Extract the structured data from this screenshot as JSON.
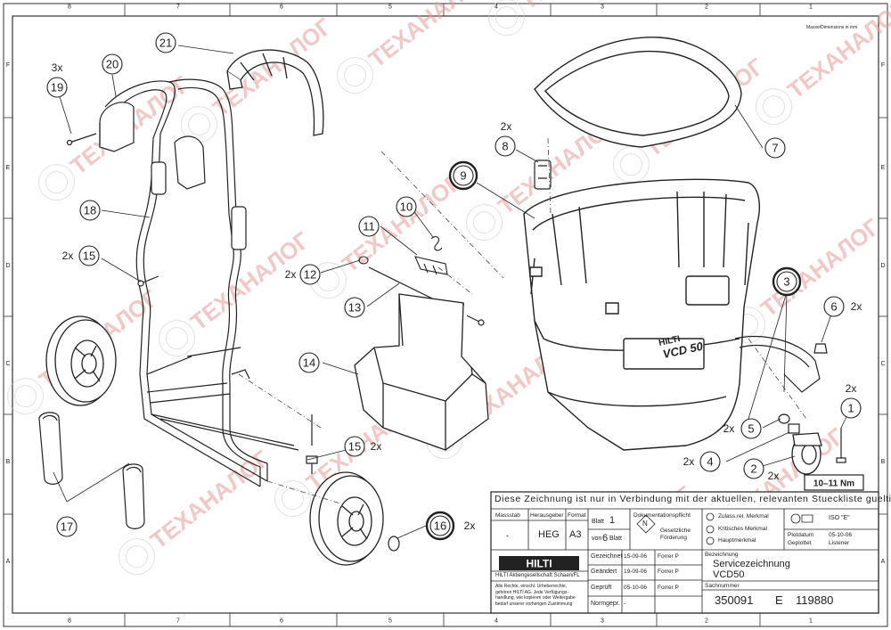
{
  "header": {
    "columns": [
      "8",
      "7",
      "6",
      "5",
      "4",
      "3",
      "2",
      "1"
    ],
    "rows": [
      "F",
      "E",
      "D",
      "C",
      "B",
      "A"
    ],
    "dimensions_note": "Masse/Dimensions in mm"
  },
  "watermark": {
    "text": "ТЕХАНАЛОГ"
  },
  "callouts": [
    {
      "num": "21",
      "qty": ""
    },
    {
      "num": "20",
      "qty": ""
    },
    {
      "num": "19",
      "qty": "3x"
    },
    {
      "num": "18",
      "qty": ""
    },
    {
      "num": "15",
      "qty": "2x"
    },
    {
      "num": "12",
      "qty": "2x"
    },
    {
      "num": "11",
      "qty": ""
    },
    {
      "num": "10",
      "qty": ""
    },
    {
      "num": "13",
      "qty": ""
    },
    {
      "num": "14",
      "qty": ""
    },
    {
      "num": "15",
      "qty": "2x"
    },
    {
      "num": "17",
      "qty": ""
    },
    {
      "num": "16",
      "qty": "2x"
    },
    {
      "num": "9",
      "qty": ""
    },
    {
      "num": "8",
      "qty": "2x"
    },
    {
      "num": "7",
      "qty": ""
    },
    {
      "num": "3",
      "qty": ""
    },
    {
      "num": "6",
      "qty": "2x"
    },
    {
      "num": "1",
      "qty": "2x"
    },
    {
      "num": "5",
      "qty": "2x"
    },
    {
      "num": "4",
      "qty": "2x"
    },
    {
      "num": "2",
      "qty": "2x"
    }
  ],
  "torque_label": "10–11 Nm",
  "machine_label": "VCD 50",
  "brand": "HILTI",
  "title_block": {
    "notice": "Diese Zeichnung ist nur in Verbindung mit der aktuellen, relevanten Stueckliste gueltig!",
    "massstab_label": "Massstab",
    "massstab_value": "-",
    "herausgeber_label": "Herausgeber",
    "herausgeber_value": "HEG",
    "format_label": "Format",
    "format_value": "A3",
    "blatt_label": "Blatt",
    "blatt_value": "1",
    "von_label": "von",
    "von_value": "6",
    "von_suffix": "Blatt",
    "doku_label": "Dokumentationspflicht",
    "doku_symbol": "N",
    "doku_text1": "Gesetzliche",
    "doku_text2": "Förderung",
    "merkmal1": "Zulass.rel. Merkmal",
    "merkmal2": "Kritisches Merkmal",
    "merkmal3": "Hauptmerkmal",
    "iso_label": "ISO \"E\"",
    "plotdatum_label": "Plotdatum",
    "plotdatum_value": "05-10-06",
    "geplottet_label": "Geplottet",
    "geplottet_value": "Listener",
    "bezeichnung_label": "Bezeichnung",
    "title1": "Servicezeichnung",
    "title2": "VCD50",
    "sachnummer_label": "Sachnummer",
    "sachnummer": "350091",
    "rev": "E",
    "drawing_no": "119880",
    "company": "HILTI Aktiengesellschaft Schaan/FL",
    "legal": [
      "Alle Rechte, einschl. Urheberrechte,",
      "gehören HILTI AG. Jede Verfügungs-",
      "handlung, wie kopieren oder Weitergabe",
      "bedarf unserer vorherigen Zustimmung"
    ],
    "rows": [
      {
        "label": "Gezeichnet",
        "date": "15-09-06",
        "name": "Forrer P"
      },
      {
        "label": "Geändert",
        "date": "19-09-06",
        "name": "Forrer P"
      },
      {
        "label": "Geprüft",
        "date": "05-10-06",
        "name": "Forrer P"
      },
      {
        "label": "Normgepr.",
        "date": "-",
        "name": ""
      }
    ]
  }
}
